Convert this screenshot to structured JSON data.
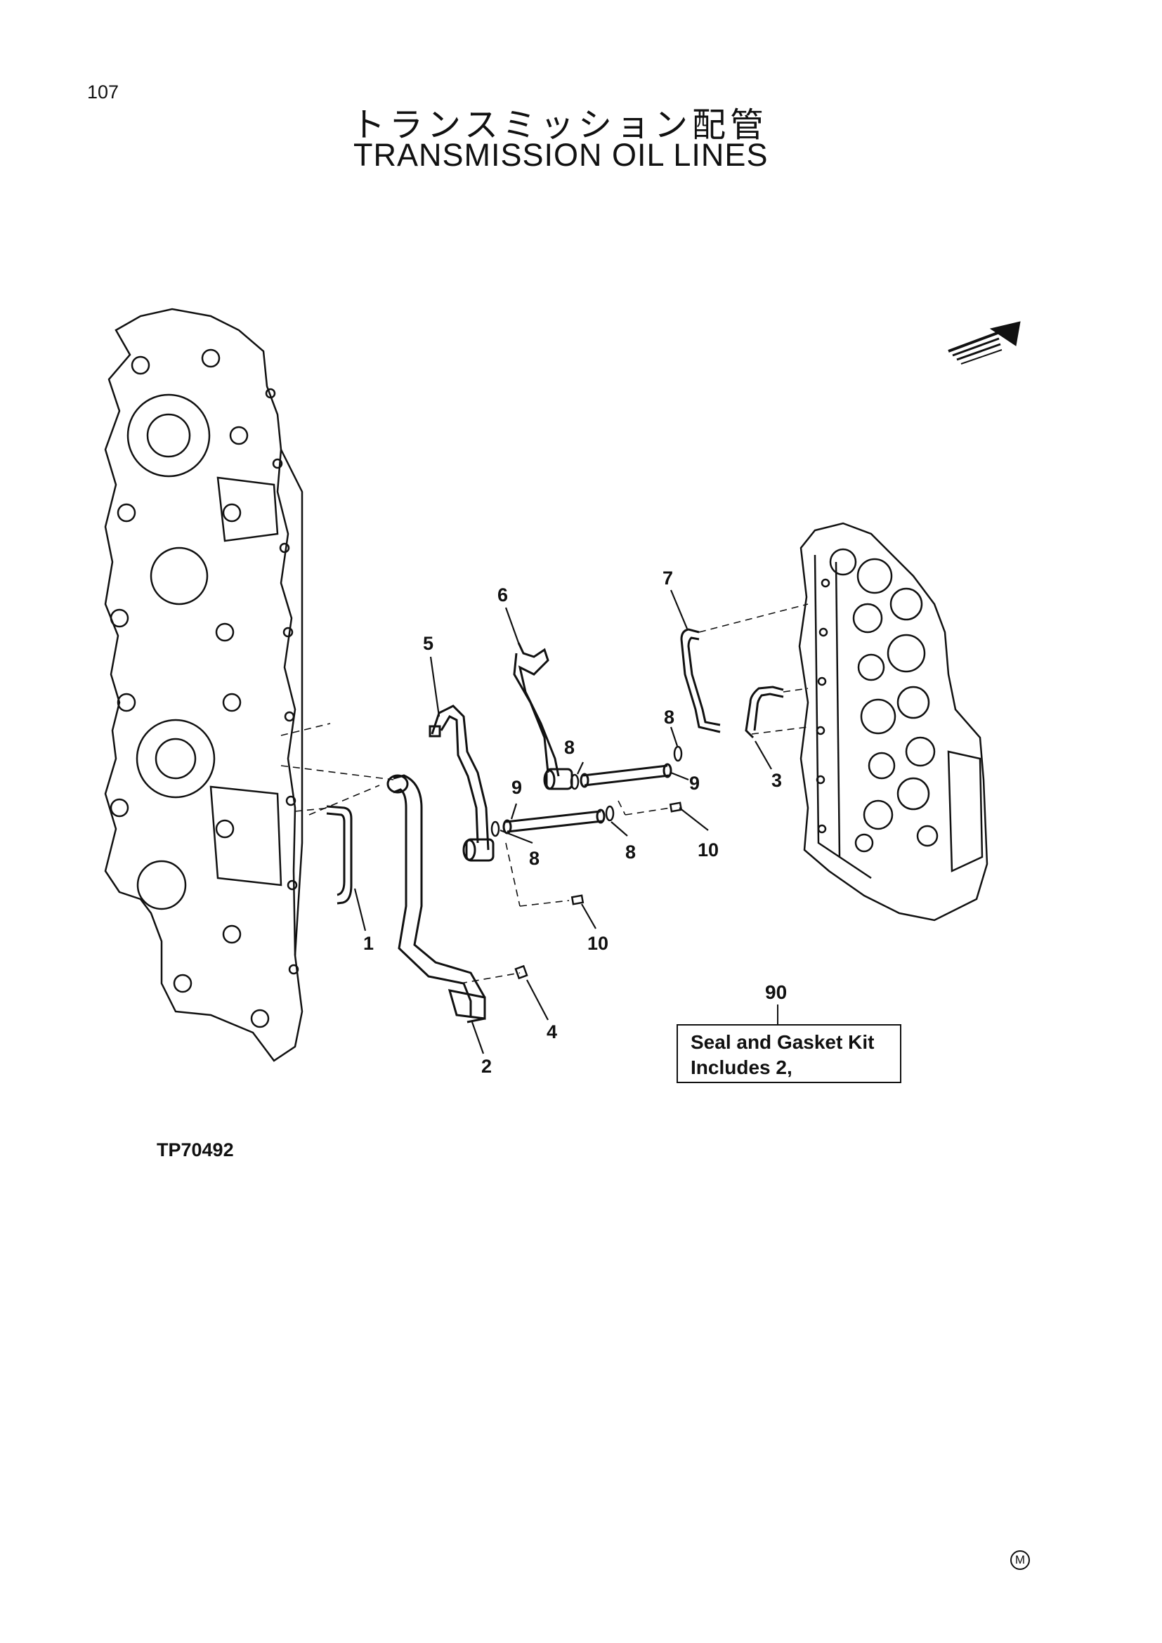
{
  "page": {
    "number": "107"
  },
  "title": {
    "japanese": "トランスミッション配管",
    "english": "TRANSMISSION OIL LINES"
  },
  "callouts": [
    "1",
    "2",
    "3",
    "4",
    "5",
    "6",
    "7",
    "8",
    "8",
    "8",
    "8",
    "9",
    "9",
    "10",
    "10"
  ],
  "kit": {
    "number": "90",
    "line1": "Seal and Gasket Kit",
    "line2": "Includes 2,"
  },
  "figure_ref": "TP70492",
  "footer_mark": "M",
  "icons": {
    "direction": "front-direction-arrow-icon"
  }
}
